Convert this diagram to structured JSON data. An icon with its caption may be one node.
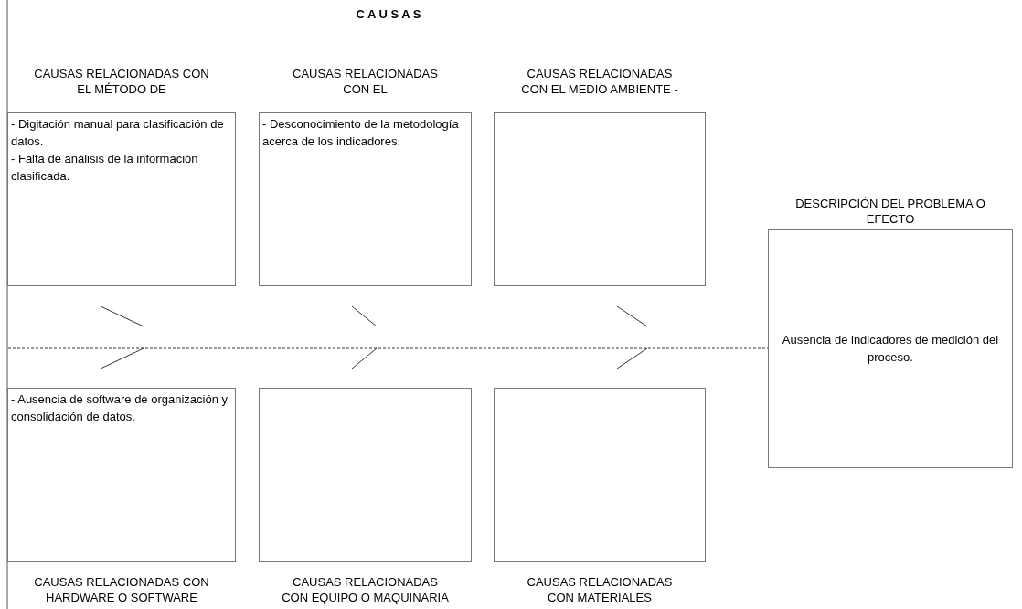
{
  "diagram": {
    "title": "C A U S A S",
    "nodes": [
      {
        "text": [
          "CAUSAS RELACIONADAS CON EL MÉTODO DE",
          "- Digitación manual para clasificación de datos.",
          "- Falta de análisis de la información clasificada."
        ]
      },
      {
        "text": [
          "CAUSAS RELACIONADAS CON EL",
          "- Desconocimiento de la metodología acerca de los indicadores."
        ]
      },
      {
        "text": [
          "CAUSAS RELACIONADAS CON EL MEDIO AMBIENTE -"
        ]
      },
      {
        "text": [
          "- Ausencia de software de organización y consolidación de datos.",
          "CAUSAS RELACIONADAS CON HARDWARE O SOFTWARE"
        ]
      },
      {
        "text": [
          "CAUSAS RELACIONADAS CON EQUIPO O MAQUINARIA"
        ]
      },
      {
        "text": [
          "CAUSAS RELACIONADAS CON MATERIALES"
        ]
      },
      {
        "text": [
          "DESCRIPCIÓN DEL PROBLEMA O EFECTO",
          "Ausencia de indicadores de medición del proceso."
        ]
      }
    ],
    "edges": [
      {
        "from": null,
        "to": 6,
        "arrow": "none",
        "style": "dashed"
      }
    ]
  }
}
